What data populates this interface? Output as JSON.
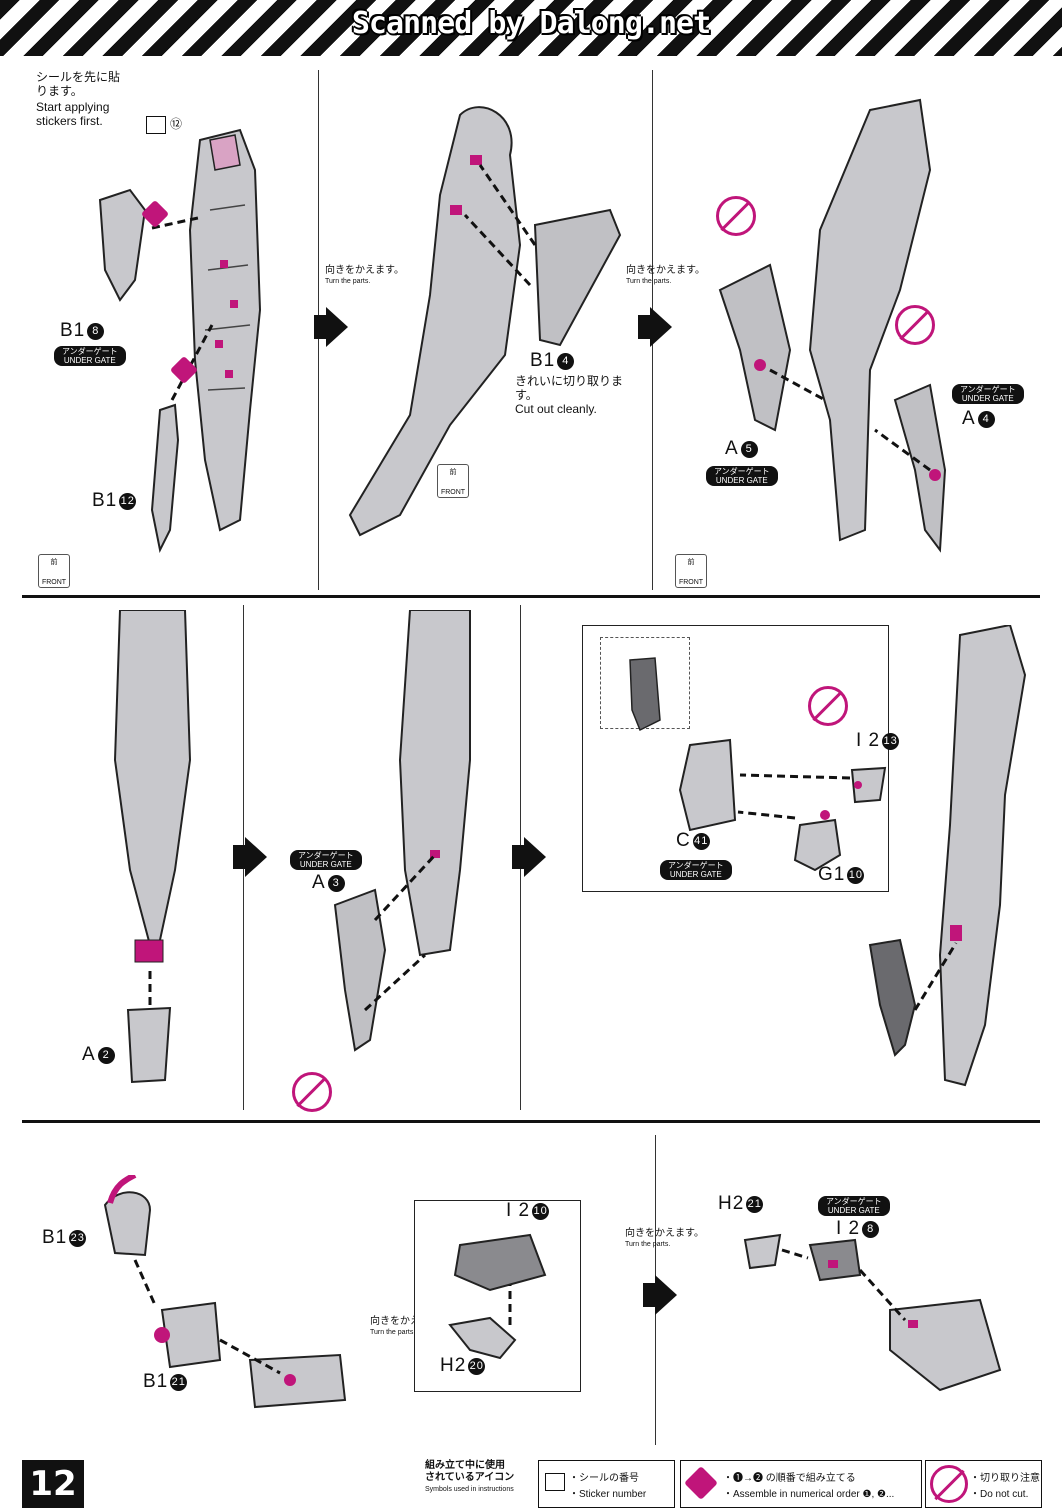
{
  "header": {
    "watermark": "Scanned by Dalong.net"
  },
  "panel1": {
    "note_jp": "シールを先に貼ります。",
    "note_en": "Start applying stickers first.",
    "sticker": "⑫",
    "part_b18": "B1",
    "part_b18_num": "8",
    "part_b112": "B1",
    "part_b112_num": "12",
    "gate_jp": "アンダーゲート",
    "gate_en": "UNDER GATE",
    "front_jp": "前",
    "front_en": "FRONT"
  },
  "turn": {
    "jp": "向きをかえます。",
    "en": "Turn the parts."
  },
  "panel2": {
    "part": "B1",
    "part_num": "4",
    "cut_jp": "きれいに切り取ります。",
    "cut_en": "Cut out cleanly.",
    "front_jp": "前",
    "front_en": "FRONT"
  },
  "panel3": {
    "part_a5": "A",
    "part_a5_num": "5",
    "part_a4": "A",
    "part_a4_num": "4",
    "gate_jp": "アンダーゲート",
    "gate_en": "UNDER GATE",
    "front_jp": "前",
    "front_en": "FRONT"
  },
  "row2": {
    "part_a2": "A",
    "part_a2_num": "2",
    "part_a3": "A",
    "part_a3_num": "3",
    "part_i213": "I 2",
    "part_i213_num": "13",
    "part_c41": "C",
    "part_c41_num": "41",
    "part_g110": "G1",
    "part_g110_num": "10",
    "gate_jp": "アンダーゲート",
    "gate_en": "UNDER GATE"
  },
  "row3": {
    "part_b123": "B1",
    "part_b123_num": "23",
    "part_b121": "B1",
    "part_b121_num": "21",
    "part_i210": "I 2",
    "part_i210_num": "10",
    "part_h220": "H2",
    "part_h220_num": "20",
    "part_h221": "H2",
    "part_h221_num": "21",
    "part_i28": "I 2",
    "part_i28_num": "8",
    "gate_jp": "アンダーゲート",
    "gate_en": "UNDER GATE"
  },
  "footer": {
    "page_number": "12",
    "legend_title_jp1": "組み立て中に使用",
    "legend_title_jp2": "されているアイコン",
    "legend_title_en": "Symbols used in instructions",
    "sticker_jp": "・シールの番号",
    "sticker_en": "・Sticker number",
    "order_jp": "・❶→❷ の順番で組み立てる",
    "order_en": "・Assemble in numerical order ❶, ❷...",
    "cut_jp": "・切り取り注意",
    "cut_en": "・Do not cut."
  },
  "colors": {
    "accent": "#c0157a",
    "ink": "#111111",
    "part_fill": "#b9b9bd"
  }
}
